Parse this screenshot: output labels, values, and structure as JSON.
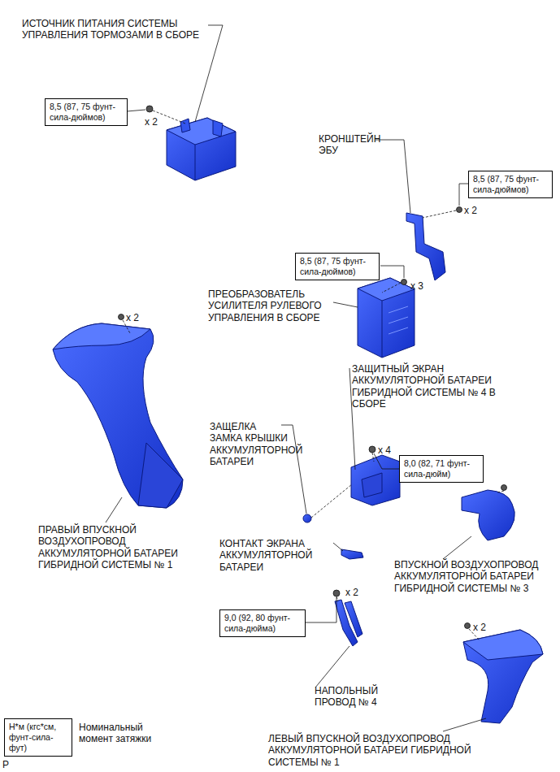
{
  "diagram": {
    "nodes": [
      {
        "text": [
          "8,5 (87, 75 фунт-сила-дюймов)"
        ]
      },
      {
        "text": [
          "8,5 (87, 75 фунт-сила-дюймов)"
        ]
      },
      {
        "text": [
          "8,5 (87, 75 фунт-сила-дюймов)"
        ]
      },
      {
        "text": [
          "8,0 (82, 71 фунт-сила-дюйм)"
        ]
      },
      {
        "text": [
          "9,0 (92, 80 фунт-сила-дюйма)"
        ]
      },
      {
        "text": [
          "Н*м (кгс*см, фунт-сила-фут)"
        ]
      }
    ],
    "labels": [
      "ИСТОЧНИК ПИТАНИЯ СИСТЕМЫ УПРАВЛЕНИЯ ТОРМОЗАМИ В СБОРЕ",
      "x 2",
      "КРОНШТЕЙН ЭБУ",
      "x 2",
      "x 3",
      "ПРЕОБРАЗОВАТЕЛЬ УСИЛИТЕЛЯ РУЛЕВОГО УПРАВЛЕНИЯ В СБОРЕ",
      "ЗАЩИТНЫЙ ЭКРАН АККУМУЛЯТОРНОЙ БАТАРЕИ ГИБРИДНОЙ СИСТЕМЫ № 4 В СБОРЕ",
      "x 2",
      "ЗАЩЕЛКА ЗАМКА КРЫШКИ АККУМУЛЯТОРНОЙ БАТАРЕИ",
      "x 4",
      "ПРАВЫЙ ВПУСКНОЙ ВОЗДУХОПРОВОД АККУМУЛЯТОРНОЙ БАТАРЕИ ГИБРИДНОЙ СИСТЕМЫ № 1",
      "КОНТАКТ ЭКРАНА АККУМУЛЯТОРНОЙ БАТАРЕИ",
      "ВПУСКНОЙ ВОЗДУХОПРОВОД АККУМУЛЯТОРНОЙ БАТАРЕИ ГИБРИДНОЙ СИСТЕМЫ № 3",
      "x 2",
      "НАПОЛЬНЫЙ ПРОВОД № 4",
      "x 2",
      "ЛЕВЫЙ ВПУСКНОЙ ВОЗДУХОПРОВОД АККУМУЛЯТОРНОЙ БАТАРЕИ ГИБРИДНОЙ СИСТЕМЫ № 1",
      "P"
    ],
    "legend": [
      {
        "text": "Номинальный момент затяжки"
      }
    ]
  }
}
